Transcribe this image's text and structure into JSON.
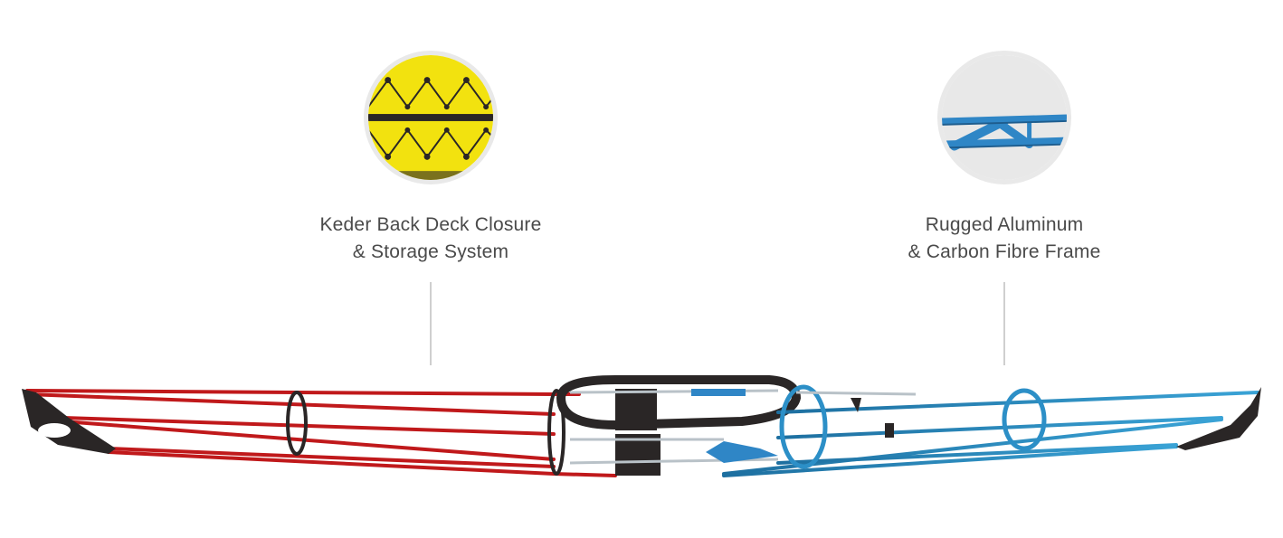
{
  "callouts": [
    {
      "line1": "Keder Back Deck Closure",
      "line2": "& Storage System",
      "icon": "deck-closure-photo",
      "color": "#f2e20f"
    },
    {
      "line1": "Rugged Aluminum",
      "line2": "& Carbon Fibre Frame",
      "icon": "frame-detail-photo",
      "color": "#2f86c6"
    }
  ],
  "colors": {
    "red_frame": "#c0191b",
    "blue_frame": "#2c8fc7",
    "black_parts": "#2a2626",
    "text": "#4a4a4a",
    "connector": "#cfcfcf"
  }
}
